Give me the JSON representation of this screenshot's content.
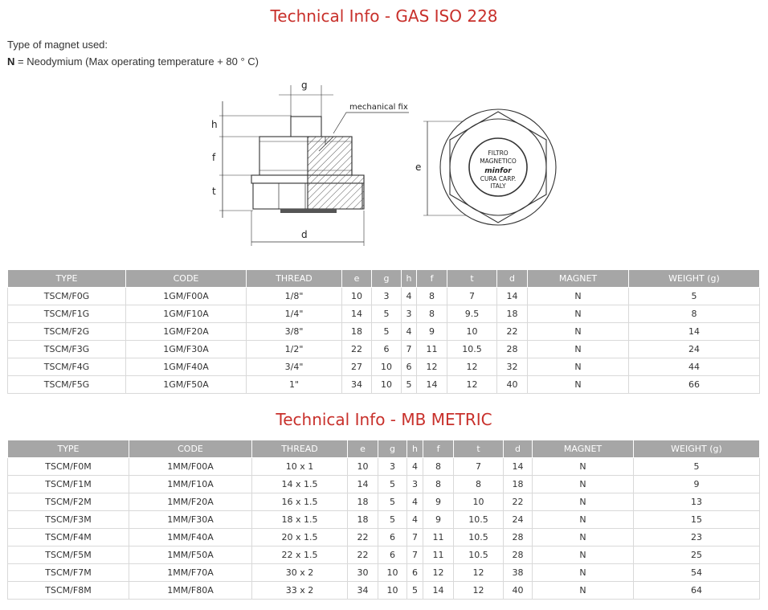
{
  "title_gas": "Technical Info - GAS ISO 228",
  "intro": {
    "line1": "Type of magnet used:",
    "magnet_code": "N",
    "magnet_desc": " = Neodymium (Max operating temperature + 80 ° C)"
  },
  "drawing": {
    "label_g": "g",
    "label_h": "h",
    "label_f": "f",
    "label_t": "t",
    "label_d": "d",
    "label_e": "e",
    "mechanical_fix": "mechanical fix",
    "logo_lines": [
      "FILTRO",
      "MAGNETICO",
      "minfor",
      "CURA CARP.",
      "ITALY"
    ]
  },
  "headers": [
    "TYPE",
    "CODE",
    "THREAD",
    "e",
    "g",
    "h",
    "f",
    "t",
    "d",
    "MAGNET",
    "WEIGHT (g)"
  ],
  "gas_rows": [
    [
      "TSCM/F0G",
      "1GM/F00A",
      "1/8\"",
      "10",
      "3",
      "4",
      "8",
      "7",
      "14",
      "N",
      "5"
    ],
    [
      "TSCM/F1G",
      "1GM/F10A",
      "1/4\"",
      "14",
      "5",
      "3",
      "8",
      "9.5",
      "18",
      "N",
      "8"
    ],
    [
      "TSCM/F2G",
      "1GM/F20A",
      "3/8\"",
      "18",
      "5",
      "4",
      "9",
      "10",
      "22",
      "N",
      "14"
    ],
    [
      "TSCM/F3G",
      "1GM/F30A",
      "1/2\"",
      "22",
      "6",
      "7",
      "11",
      "10.5",
      "28",
      "N",
      "24"
    ],
    [
      "TSCM/F4G",
      "1GM/F40A",
      "3/4\"",
      "27",
      "10",
      "6",
      "12",
      "12",
      "32",
      "N",
      "44"
    ],
    [
      "TSCM/F5G",
      "1GM/F50A",
      "1\"",
      "34",
      "10",
      "5",
      "14",
      "12",
      "40",
      "N",
      "66"
    ]
  ],
  "title_metric": "Technical Info - MB METRIC",
  "metric_rows": [
    [
      "TSCM/F0M",
      "1MM/F00A",
      "10 x 1",
      "10",
      "3",
      "4",
      "8",
      "7",
      "14",
      "N",
      "5"
    ],
    [
      "TSCM/F1M",
      "1MM/F10A",
      "14 x 1.5",
      "14",
      "5",
      "3",
      "8",
      "8",
      "18",
      "N",
      "9"
    ],
    [
      "TSCM/F2M",
      "1MM/F20A",
      "16 x 1.5",
      "18",
      "5",
      "4",
      "9",
      "10",
      "22",
      "N",
      "13"
    ],
    [
      "TSCM/F3M",
      "1MM/F30A",
      "18 x 1.5",
      "18",
      "5",
      "4",
      "9",
      "10.5",
      "24",
      "N",
      "15"
    ],
    [
      "TSCM/F4M",
      "1MM/F40A",
      "20 x 1.5",
      "22",
      "6",
      "7",
      "11",
      "10.5",
      "28",
      "N",
      "23"
    ],
    [
      "TSCM/F5M",
      "1MM/F50A",
      "22 x 1.5",
      "22",
      "6",
      "7",
      "11",
      "10.5",
      "28",
      "N",
      "25"
    ],
    [
      "TSCM/F7M",
      "1MM/F70A",
      "30 x 2",
      "30",
      "10",
      "6",
      "12",
      "12",
      "38",
      "N",
      "54"
    ],
    [
      "TSCM/F8M",
      "1MM/F80A",
      "33 x 2",
      "34",
      "10",
      "5",
      "14",
      "12",
      "40",
      "N",
      "64"
    ]
  ]
}
